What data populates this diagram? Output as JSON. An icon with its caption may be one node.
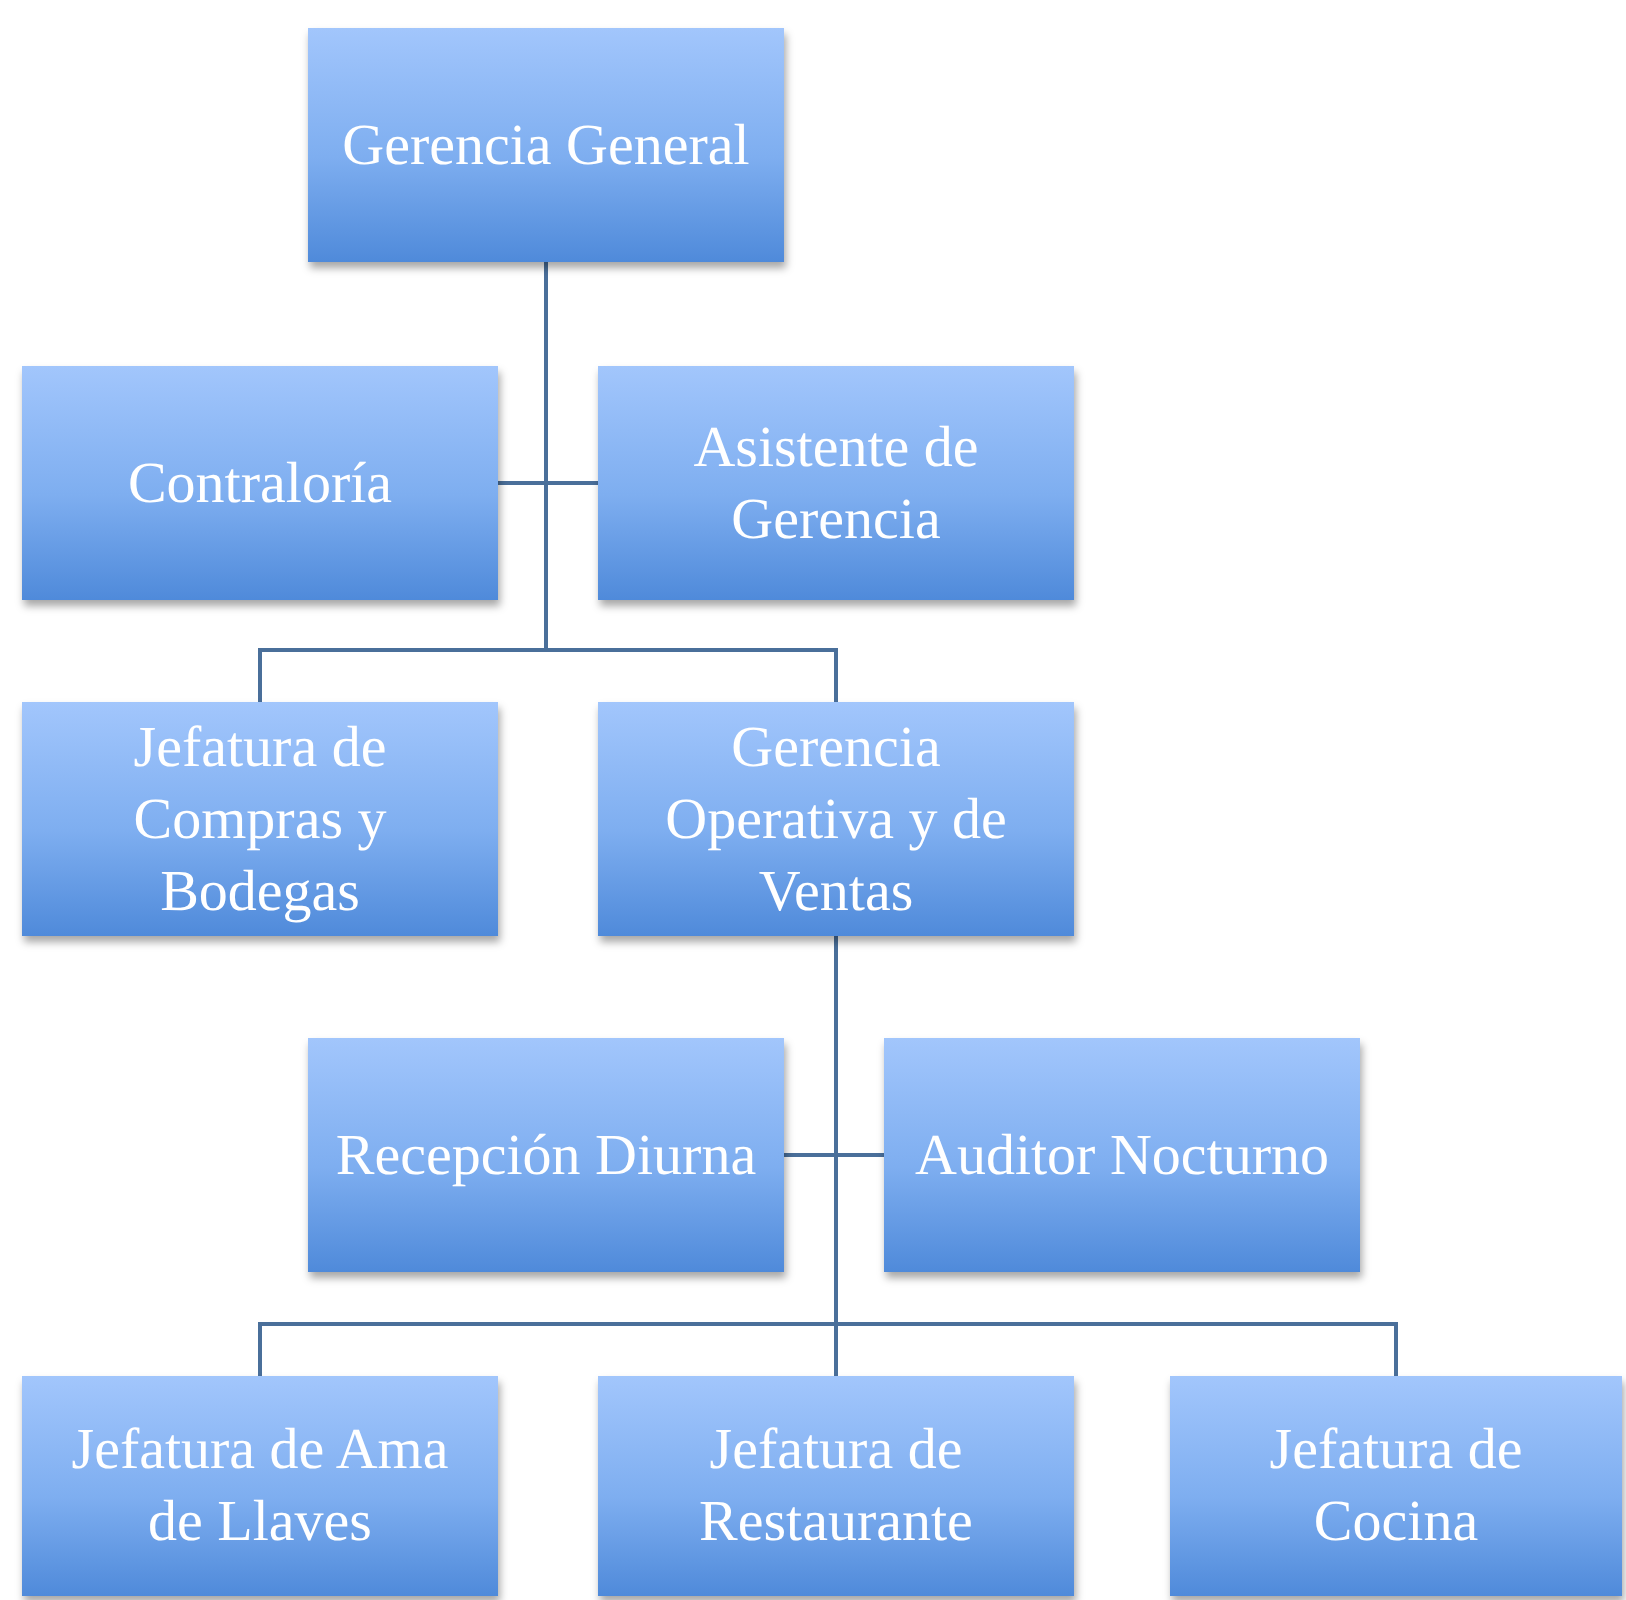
{
  "diagram": {
    "nodes": [
      {
        "text": [
          "Gerencia General"
        ]
      },
      {
        "text": [
          "Contraloría"
        ]
      },
      {
        "text": [
          "Asistente de Gerencia"
        ]
      },
      {
        "text": [
          "Jefatura de Compras y Bodegas"
        ]
      },
      {
        "text": [
          "Gerencia Operativa y de Ventas"
        ]
      },
      {
        "text": [
          "Recepción Diurna"
        ]
      },
      {
        "text": [
          "Auditor Nocturno"
        ]
      },
      {
        "text": [
          "Jefatura de Ama de Llaves"
        ]
      },
      {
        "text": [
          "Jefatura de Restaurante"
        ]
      },
      {
        "text": [
          "Jefatura de Cocina"
        ]
      }
    ],
    "edges": [
      {
        "from": 0,
        "to": 1,
        "arrow": "none"
      },
      {
        "from": 0,
        "to": 2,
        "arrow": "none"
      },
      {
        "from": 0,
        "to": 3,
        "arrow": "none"
      },
      {
        "from": 0,
        "to": 4,
        "arrow": "none"
      },
      {
        "from": 4,
        "to": 5,
        "arrow": "none"
      },
      {
        "from": 4,
        "to": 6,
        "arrow": "none"
      },
      {
        "from": 4,
        "to": 7,
        "arrow": "none"
      },
      {
        "from": 4,
        "to": 8,
        "arrow": "none"
      },
      {
        "from": 4,
        "to": 9,
        "arrow": "none"
      }
    ]
  }
}
